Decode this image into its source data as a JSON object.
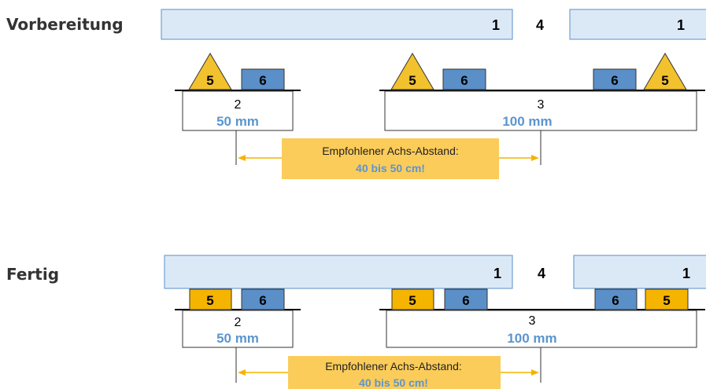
{
  "panels": [
    {
      "title": "Vorbereitung",
      "board_labels": [
        "1",
        "4",
        "1"
      ],
      "item_5": "5",
      "item_6": "6",
      "base_left": {
        "label": "2",
        "size": "50 mm"
      },
      "base_right": {
        "label": "3",
        "size": "100 mm"
      },
      "note": {
        "line1": "Empfohlener Achs-Abstand:",
        "line2": "40 bis 50 cm!"
      }
    },
    {
      "title": "Fertig",
      "board_labels": [
        "1",
        "4",
        "1"
      ],
      "item_5": "5",
      "item_6": "6",
      "base_left": {
        "label": "2",
        "size": "50 mm"
      },
      "base_right": {
        "label": "3",
        "size": "100 mm"
      },
      "note": {
        "line1": "Empfohlener Achs-Abstand:",
        "line2": "40 bis 50 cm!"
      }
    }
  ],
  "colors": {
    "board_fill": "#dbe9f7",
    "marker_5_triangle": "#f2c12e",
    "marker_5_square": "#f5b400",
    "marker_6": "#5b8fc8",
    "dimension_text": "#5b95cf",
    "note_fill": "#fbcc5a"
  }
}
